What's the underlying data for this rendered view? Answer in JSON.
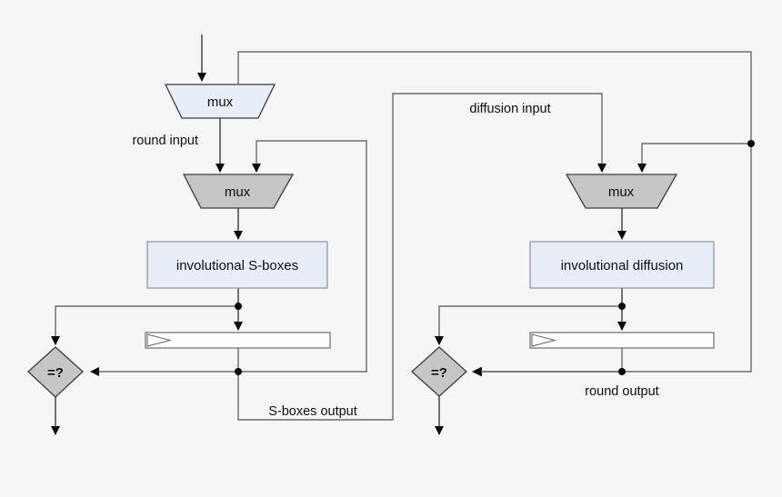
{
  "diagram": {
    "background_color": "#f6f6f6",
    "colors": {
      "input_mux_fill": "#e8eef8",
      "block_fill": "#e8eef8",
      "mux_fill": "#c6c6c6",
      "diamond_fill": "#c6c6c6",
      "register_fill": "#ffffff",
      "wire": "#6b6b6b",
      "arrowhead": "#0a0a0a",
      "text": "#0d0d0d"
    },
    "nodes": {
      "input_mux": {
        "label": "mux"
      },
      "sbox_mux": {
        "label": "mux"
      },
      "diffusion_mux": {
        "label": "mux"
      },
      "sboxes_block": {
        "label": "involutional S-boxes"
      },
      "diffusion_block": {
        "label": "involutional diffusion"
      },
      "comparator_left": {
        "label": "=?"
      },
      "comparator_right": {
        "label": "=?"
      }
    },
    "wire_labels": {
      "round_input": "round input",
      "diffusion_input": "diffusion input",
      "sboxes_output": "S-boxes output",
      "round_output": "round output"
    }
  }
}
